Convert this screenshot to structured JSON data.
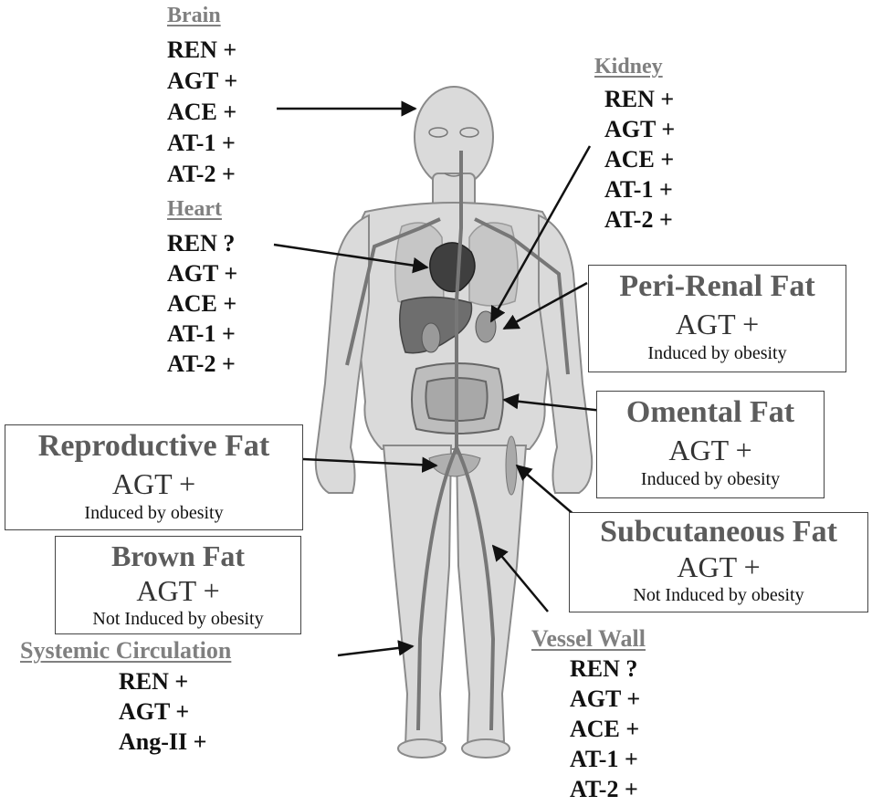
{
  "organs": {
    "brain": {
      "title": "Brain",
      "items": [
        "REN +",
        "AGT +",
        "ACE +",
        "AT-1 +",
        "AT-2 +"
      ]
    },
    "heart": {
      "title": "Heart",
      "items": [
        "REN ?",
        "AGT +",
        "ACE +",
        "AT-1 +",
        "AT-2 +"
      ]
    },
    "kidney": {
      "title": "Kidney",
      "items": [
        "REN +",
        "AGT +",
        "ACE +",
        "AT-1 +",
        "AT-2 +"
      ]
    },
    "systemic": {
      "title": "Systemic Circulation",
      "items": [
        "REN +",
        "AGT +",
        "Ang-II +"
      ]
    },
    "vessel": {
      "title": "Vessel Wall",
      "items": [
        "REN ?",
        "AGT +",
        "ACE +",
        "AT-1 +",
        "AT-2 +"
      ]
    }
  },
  "fats": {
    "perirenal": {
      "title": "Peri-Renal Fat",
      "agt": "AGT +",
      "note": "Induced by obesity"
    },
    "omental": {
      "title": "Omental Fat",
      "agt": "AGT +",
      "note": "Induced by obesity"
    },
    "reproductive": {
      "title": "Reproductive Fat",
      "agt": "AGT +",
      "note": "Induced by obesity"
    },
    "brown": {
      "title": "Brown Fat",
      "agt": "AGT +",
      "note": "Not Induced by obesity"
    },
    "subcutaneous": {
      "title": "Subcutaneous Fat",
      "agt": "AGT +",
      "note": "Not Induced by obesity"
    }
  },
  "colors": {
    "heading_gray": "#808080",
    "body_fill": "#d9d9d9",
    "organ_dark": "#6e6e6e",
    "vessel": "#7a7a7a",
    "arrow": "#111111"
  }
}
